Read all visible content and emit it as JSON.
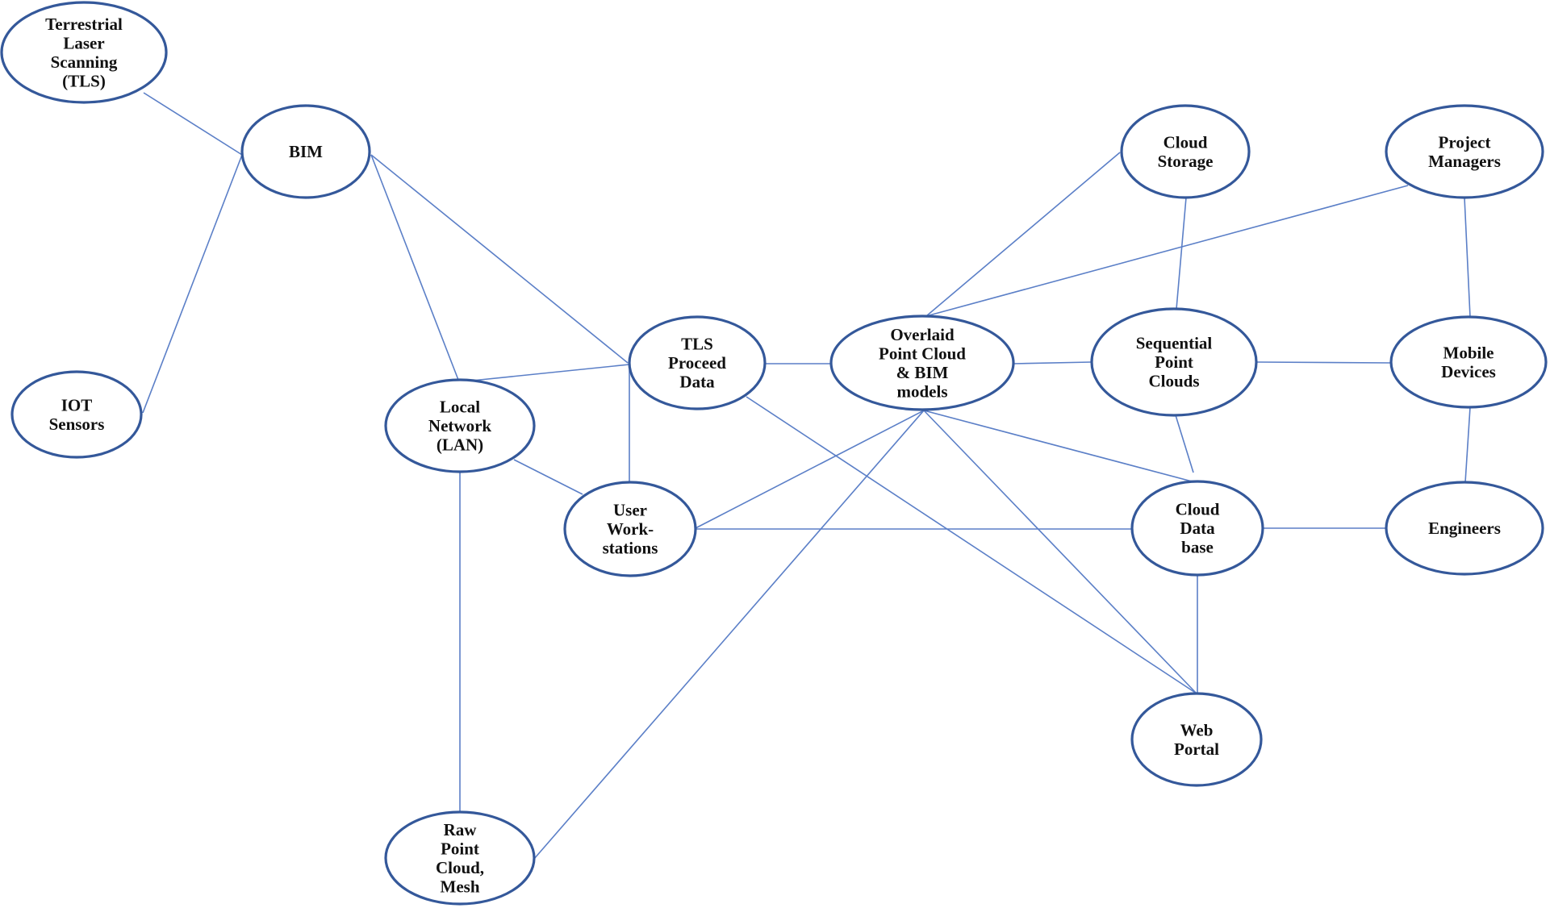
{
  "diagram": {
    "type": "network-diagram",
    "nodes": [
      {
        "id": "tls",
        "lines": [
          "Terrestrial",
          "Laser",
          "Scanning",
          "(TLS)"
        ]
      },
      {
        "id": "bim",
        "lines": [
          "BIM"
        ]
      },
      {
        "id": "iot",
        "lines": [
          "IOT",
          "Sensors"
        ]
      },
      {
        "id": "lan",
        "lines": [
          "Local",
          "Network",
          "(LAN)"
        ]
      },
      {
        "id": "tlspd",
        "lines": [
          "TLS",
          "Proceed",
          "Data"
        ]
      },
      {
        "id": "userws",
        "lines": [
          "User",
          "Work-",
          "stations"
        ]
      },
      {
        "id": "raw",
        "lines": [
          "Raw",
          "Point",
          "Cloud,",
          "Mesh"
        ]
      },
      {
        "id": "overlaid",
        "lines": [
          "Overlaid",
          "Point Cloud",
          "& BIM",
          "models"
        ]
      },
      {
        "id": "storage",
        "lines": [
          "Cloud",
          "Storage"
        ]
      },
      {
        "id": "seq",
        "lines": [
          "Sequential",
          "Point",
          "Clouds"
        ]
      },
      {
        "id": "clouddb",
        "lines": [
          "Cloud",
          "Data",
          "base"
        ]
      },
      {
        "id": "web",
        "lines": [
          "Web",
          "Portal"
        ]
      },
      {
        "id": "pm",
        "lines": [
          "Project",
          "Managers"
        ]
      },
      {
        "id": "mobile",
        "lines": [
          "Mobile",
          "Devices"
        ]
      },
      {
        "id": "eng",
        "lines": [
          "Engineers"
        ]
      }
    ],
    "edges": [
      [
        "tls",
        "bim"
      ],
      [
        "bim",
        "iot"
      ],
      [
        "bim",
        "lan"
      ],
      [
        "bim",
        "tlspd"
      ],
      [
        "lan",
        "tlspd"
      ],
      [
        "lan",
        "userws"
      ],
      [
        "lan",
        "raw"
      ],
      [
        "tlspd",
        "userws"
      ],
      [
        "tlspd",
        "overlaid"
      ],
      [
        "tlspd",
        "web"
      ],
      [
        "overlaid",
        "storage"
      ],
      [
        "overlaid",
        "pm"
      ],
      [
        "overlaid",
        "seq"
      ],
      [
        "overlaid",
        "userws"
      ],
      [
        "overlaid",
        "raw"
      ],
      [
        "overlaid",
        "web"
      ],
      [
        "overlaid",
        "clouddb"
      ],
      [
        "storage",
        "seq"
      ],
      [
        "seq",
        "mobile"
      ],
      [
        "seq",
        "clouddb"
      ],
      [
        "pm",
        "mobile"
      ],
      [
        "mobile",
        "eng"
      ],
      [
        "userws",
        "clouddb"
      ],
      [
        "clouddb",
        "eng"
      ],
      [
        "clouddb",
        "web"
      ]
    ],
    "colors": {
      "node_stroke": "#34589a",
      "edge_stroke": "#5b7fc7",
      "text": "#111111",
      "background": "#ffffff"
    }
  }
}
